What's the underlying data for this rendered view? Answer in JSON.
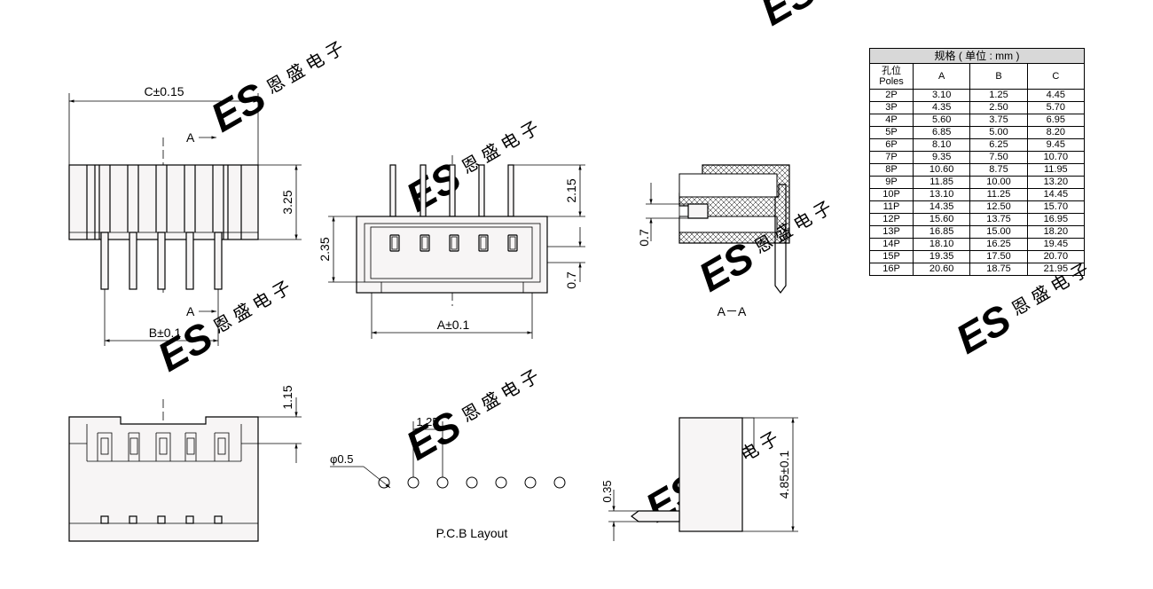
{
  "drawing": {
    "top_view": {
      "dim_c": "C±0.15",
      "dim_b": "B±0.1",
      "height": "3.25",
      "section_mark_top": "A",
      "section_mark_bottom": "A"
    },
    "front_view": {
      "dim_a": "A±0.1",
      "pin_height": "2.15",
      "housing_height": "2.35",
      "offset": "0.7"
    },
    "section_view": {
      "label": "A－A",
      "dim": "0.7"
    },
    "bottom_view": {
      "dim": "1.15"
    },
    "pcb_layout": {
      "label": "P.C.B Layout",
      "hole_dia": "φ0.5",
      "pitch": "1.25",
      "hole_count": 7
    },
    "side_view": {
      "height": "4.85±0.1",
      "offset": "0.35"
    }
  },
  "spec_table": {
    "title": "规格 ( 单位 : mm )",
    "col_poles_cn": "孔位",
    "col_poles_en": "Poles",
    "col_a": "A",
    "col_b": "B",
    "col_c": "C",
    "rows": [
      {
        "poles": "2P",
        "a": "3.10",
        "b": "1.25",
        "c": "4.45"
      },
      {
        "poles": "3P",
        "a": "4.35",
        "b": "2.50",
        "c": "5.70"
      },
      {
        "poles": "4P",
        "a": "5.60",
        "b": "3.75",
        "c": "6.95"
      },
      {
        "poles": "5P",
        "a": "6.85",
        "b": "5.00",
        "c": "8.20"
      },
      {
        "poles": "6P",
        "a": "8.10",
        "b": "6.25",
        "c": "9.45"
      },
      {
        "poles": "7P",
        "a": "9.35",
        "b": "7.50",
        "c": "10.70"
      },
      {
        "poles": "8P",
        "a": "10.60",
        "b": "8.75",
        "c": "11.95"
      },
      {
        "poles": "9P",
        "a": "11.85",
        "b": "10.00",
        "c": "13.20"
      },
      {
        "poles": "10P",
        "a": "13.10",
        "b": "11.25",
        "c": "14.45"
      },
      {
        "poles": "11P",
        "a": "14.35",
        "b": "12.50",
        "c": "15.70"
      },
      {
        "poles": "12P",
        "a": "15.60",
        "b": "13.75",
        "c": "16.95"
      },
      {
        "poles": "13P",
        "a": "16.85",
        "b": "15.00",
        "c": "18.20"
      },
      {
        "poles": "14P",
        "a": "18.10",
        "b": "16.25",
        "c": "19.45"
      },
      {
        "poles": "15P",
        "a": "19.35",
        "b": "17.50",
        "c": "20.70"
      },
      {
        "poles": "16P",
        "a": "20.60",
        "b": "18.75",
        "c": "21.95"
      }
    ]
  },
  "watermark": {
    "brand": "ES",
    "chars": "恩 盛 电 子",
    "color": "#e6e6e6"
  }
}
